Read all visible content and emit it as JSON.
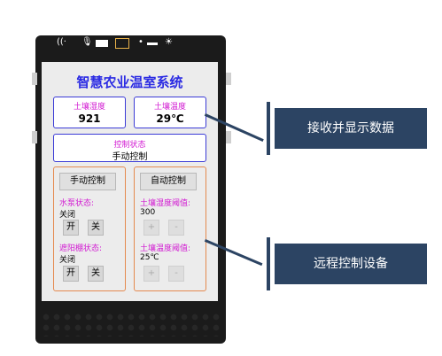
{
  "status_bar": {
    "icons": [
      "((.",
      "mic",
      "battery",
      "signal",
      "dot",
      "brightness"
    ]
  },
  "screen": {
    "title": "智慧农业温室系统",
    "soil_humidity": {
      "label": "土壤湿度",
      "value": "921"
    },
    "soil_temperature": {
      "label": "土壤温度",
      "value": "29℃"
    },
    "control_status": {
      "label": "控制状态",
      "value": "手动控制"
    },
    "left_panel": {
      "manual_button": "手动控制",
      "pump_label": "水泵状态:",
      "pump_value": "关闭",
      "pump_on": "开",
      "pump_off": "关",
      "shade_label": "遮阳棚状态:",
      "shade_value": "关闭",
      "shade_on": "开",
      "shade_off": "关"
    },
    "right_panel": {
      "auto_button": "自动控制",
      "humidity_threshold_label": "土壤湿度阈值:",
      "humidity_threshold_value": "300",
      "plus": "+",
      "minus": "-",
      "temp_threshold_label": "土壤温度阈值:",
      "temp_threshold_value": "25℃"
    }
  },
  "callouts": {
    "receive": "接收并显示数据",
    "remote": "远程控制设备"
  }
}
